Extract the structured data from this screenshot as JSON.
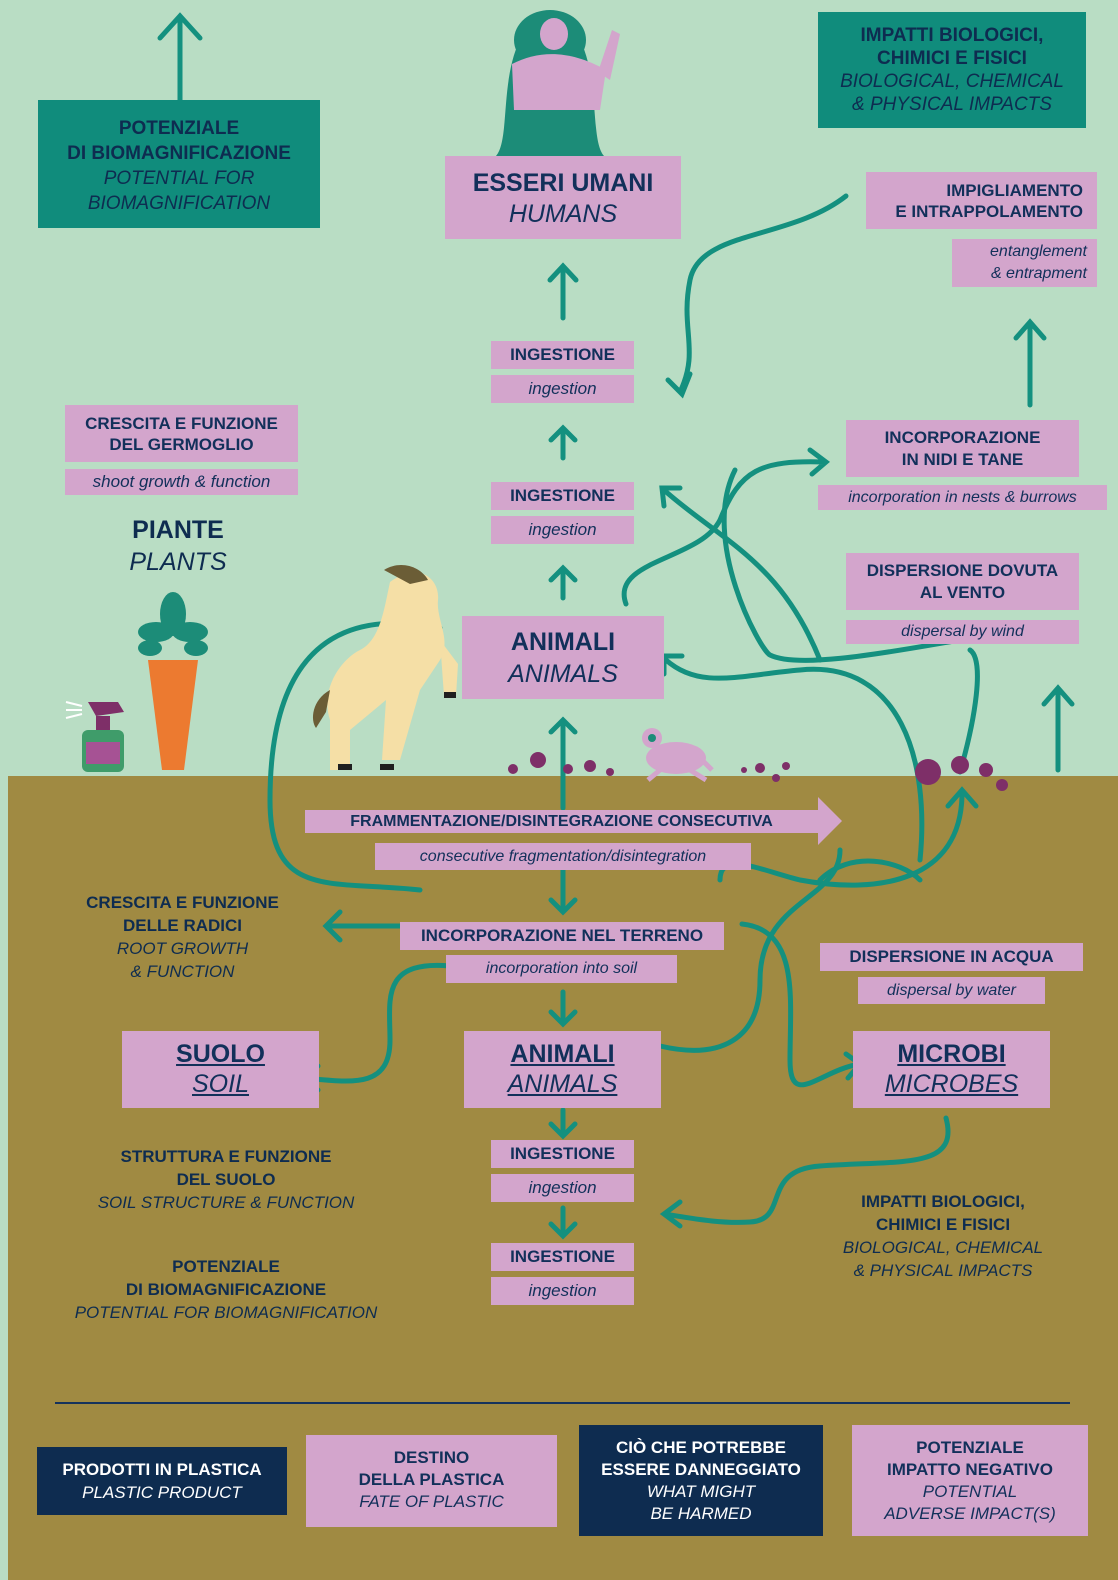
{
  "top_left_box": {
    "line1": "POTENZIALE",
    "line2": "DI BIOMAGNIFICAZIONE",
    "line3": "POTENTIAL FOR",
    "line4": "BIOMAGNIFICATION"
  },
  "top_right_box": {
    "line1": "IMPATTI BIOLOGICI,",
    "line2": "CHIMICI E FISICI",
    "line3": "BIOLOGICAL, CHEMICAL",
    "line4": "& PHYSICAL IMPACTS"
  },
  "humans": {
    "it": "ESSERI UMANI",
    "en": "HUMANS"
  },
  "entanglement": {
    "it1": "IMPIGLIAMENTO",
    "it2": "E INTRAPPOLAMENTO",
    "en1": "entanglement",
    "en2": "& entrapment"
  },
  "ingestion_it": "INGESTIONE",
  "ingestion_en": "ingestion",
  "shoot": {
    "it1": "CRESCITA E FUNZIONE",
    "it2": "DEL GERMOGLIO",
    "en": "shoot growth & function"
  },
  "plants": {
    "it": "PIANTE",
    "en": "PLANTS"
  },
  "nests": {
    "it1": "INCORPORAZIONE",
    "it2": "IN NIDI E TANE",
    "en": "incorporation in nests & burrows"
  },
  "wind": {
    "it1": "DISPERSIONE DOVUTA",
    "it2": "AL VENTO",
    "en": "dispersal by wind"
  },
  "animals_top": {
    "it": "ANIMALI",
    "en": "ANIMALS"
  },
  "fragmentation": {
    "it": "FRAMMENTAZIONE/DISINTEGRAZIONE CONSECUTIVA",
    "en": "consecutive fragmentation/disintegration"
  },
  "roots": {
    "it1": "CRESCITA E FUNZIONE",
    "it2": "DELLE RADICI",
    "en1": "ROOT GROWTH",
    "en2": "& FUNCTION"
  },
  "soil_incorp": {
    "it": "INCORPORAZIONE NEL TERRENO",
    "en": "incorporation into soil"
  },
  "water": {
    "it": "DISPERSIONE IN ACQUA",
    "en": "dispersal by water"
  },
  "soil": {
    "it": "SUOLO",
    "en": "SOIL"
  },
  "animals_bottom": {
    "it": "ANIMALI",
    "en": "ANIMALS"
  },
  "microbes": {
    "it": "MICROBI",
    "en": "MICROBES"
  },
  "soil_structure": {
    "it1": "STRUTTURA E FUNZIONE",
    "it2": "DEL SUOLO",
    "en": "SOIL STRUCTURE & FUNCTION"
  },
  "bio_bottom": {
    "it1": "POTENZIALE",
    "it2": "DI BIOMAGNIFICAZIONE",
    "en": "POTENTIAL FOR BIOMAGNIFICATION"
  },
  "impacts_bottom": {
    "it1": "IMPATTI BIOLOGICI,",
    "it2": "CHIMICI E FISICI",
    "en1": "BIOLOGICAL, CHEMICAL",
    "en2": "& PHYSICAL IMPACTS"
  },
  "legend": {
    "products": {
      "it": "PRODOTTI IN PLASTICA",
      "en": "PLASTIC PRODUCT"
    },
    "fate": {
      "it1": "DESTINO",
      "it2": "DELLA PLASTICA",
      "en": "FATE OF PLASTIC"
    },
    "harmed": {
      "it1": "CIÒ CHE POTREBBE",
      "it2": "ESSERE DANNEGGIATO",
      "en1": "WHAT MIGHT",
      "en2": "BE HARMED"
    },
    "adverse": {
      "it1": "POTENZIALE",
      "it2": "IMPATTO NEGATIVO",
      "en1": "POTENTIAL",
      "en2": "ADVERSE IMPACT(S)"
    }
  },
  "colors": {
    "sky": "#b9ddc4",
    "soil": "#a08a42",
    "pink": "#d3a5cc",
    "teal": "#108c7c",
    "navy": "#0e2c50",
    "arrow": "#14907f"
  }
}
